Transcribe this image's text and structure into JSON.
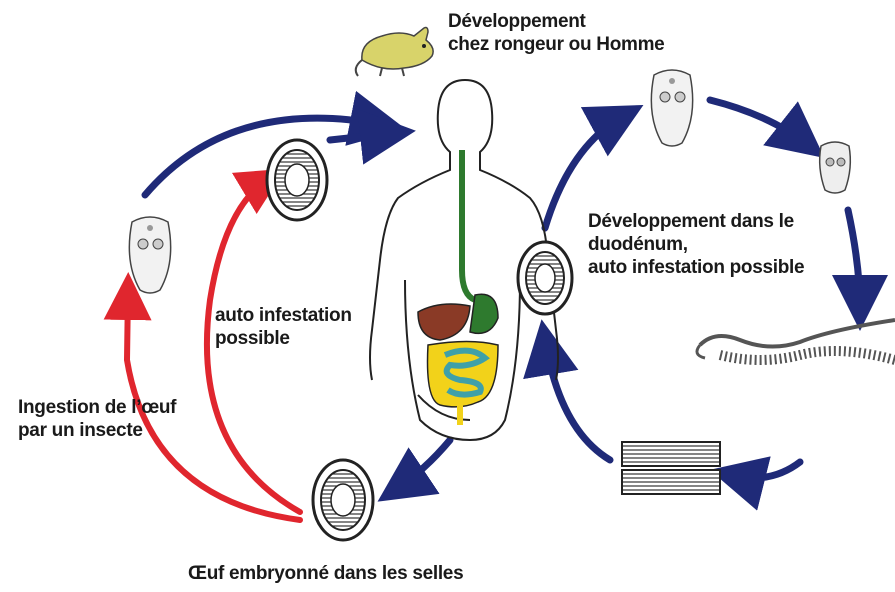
{
  "labels": {
    "top_line1": "Développement",
    "top_line2": "chez rongeur ou Homme",
    "right_line1": "Développement dans le",
    "right_line2": "duodénum,",
    "right_line3": "auto infestation possible",
    "center_line1": "auto infestation",
    "center_line2": "possible",
    "left_line1": "Ingestion de l’œuf",
    "left_line2": "par un insecte",
    "bottom": "Œuf embryonné dans les selles"
  },
  "colors": {
    "blue_arrow": "#1f2a78",
    "red_arrow": "#e0262e",
    "rodent": "#d8d36a",
    "esophagus": "#2e7a2e",
    "liver": "#8a3a26",
    "intestine": "#f2d21a",
    "small_intestine": "#3fa0a8"
  }
}
